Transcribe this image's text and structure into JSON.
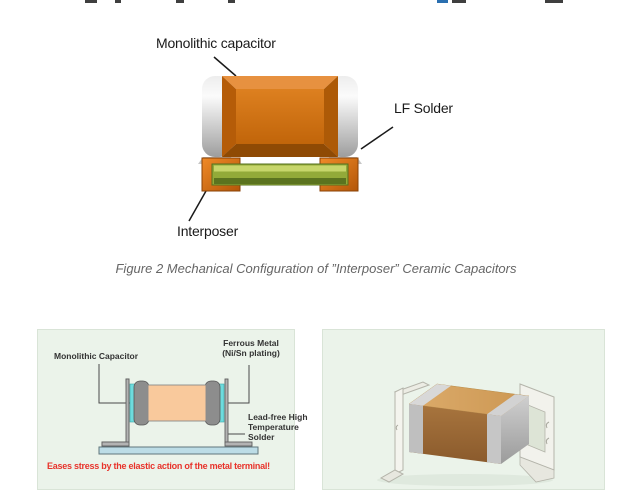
{
  "colors": {
    "panel_bg": "#ebf3ea",
    "panel_border": "#d9e4d7",
    "caption_text": "#666666",
    "label_text": "#1a1a1a",
    "diagram_label_text": "#333333",
    "note_red": "#e8332b",
    "body_orange": "#d2700e",
    "interposer_green": "#93aa39",
    "cap_silver": "#c0c0c0",
    "ceramic_peach": "#f9c99c",
    "pcb_blue": "#bcdce6",
    "link_blue": "#2a6fb0"
  },
  "figure": {
    "label_monolithic": "Monolithic capacitor",
    "label_lf_solder": "LF Solder",
    "label_interposer": "Interposer",
    "caption": "Figure 2 Mechanical Configuration of ”Interposer” Ceramic Capacitors"
  },
  "panels": {
    "left": {
      "label_monolithic": "Monolithic Capacitor",
      "label_ferrous": [
        "Ferrous Metal",
        "(Ni/Sn plating)"
      ],
      "label_solder": [
        "Lead-free High",
        "Temperature",
        "Solder"
      ],
      "note": "Eases stress by the elastic action of the metal terminal!"
    }
  }
}
